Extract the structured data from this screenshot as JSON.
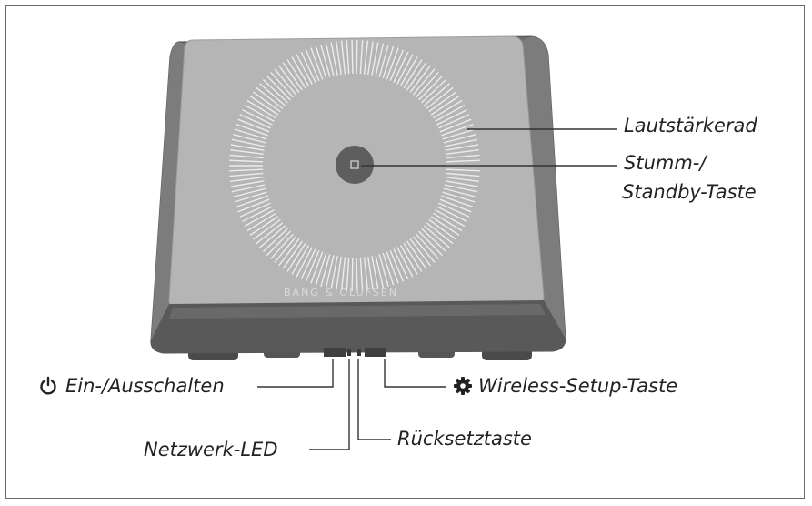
{
  "brand": "BANG & OLUFSEN",
  "labels": {
    "volume_wheel": "Lautstärkerad",
    "mute_standby_line1": "Stumm-/",
    "mute_standby_line2": "Standby-Taste",
    "power": "Ein-/Ausschalten",
    "wireless_setup": "Wireless-Setup-Taste",
    "reset": "Rücksetztaste",
    "network_led": "Netzwerk-LED"
  },
  "icons": {
    "power": "power-icon",
    "wireless_setup": "gear-icon"
  },
  "colors": {
    "body_dark": "#6b6b6b",
    "top_surface": "#b5b5b5",
    "front_bevel": "#5a5a5a",
    "dial_ticks": "#ececec",
    "leader_lines": "#333333"
  }
}
